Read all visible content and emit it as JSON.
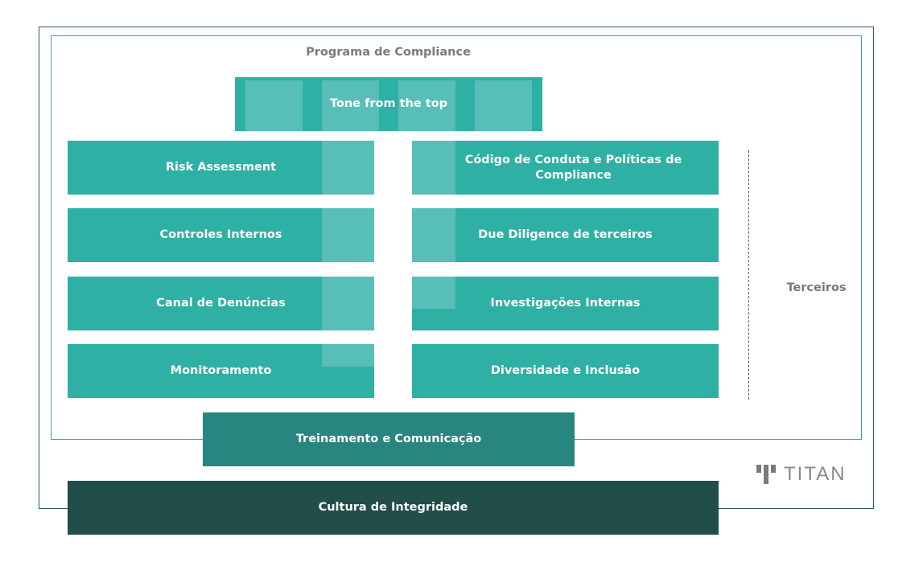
{
  "program_title": "Programa de Compliance",
  "tone": "Tone from the top",
  "left_column": [
    "Risk Assessment",
    "Controles Internos",
    "Canal de Denúncias",
    "Monitoramento"
  ],
  "right_column": [
    "Código de Conduta e Políticas de Compliance",
    "Due Diligence de terceiros",
    "Investigações Internas",
    "Diversidade e Inclusão"
  ],
  "terceiros": "Terceiros",
  "training": "Treinamento e Comunicação",
  "culture": "Cultura de Integridade",
  "logo_text": "TITAN",
  "colors": {
    "teal": "#2eb0a5",
    "mid_teal": "#288680",
    "dark_teal": "#224e49"
  }
}
